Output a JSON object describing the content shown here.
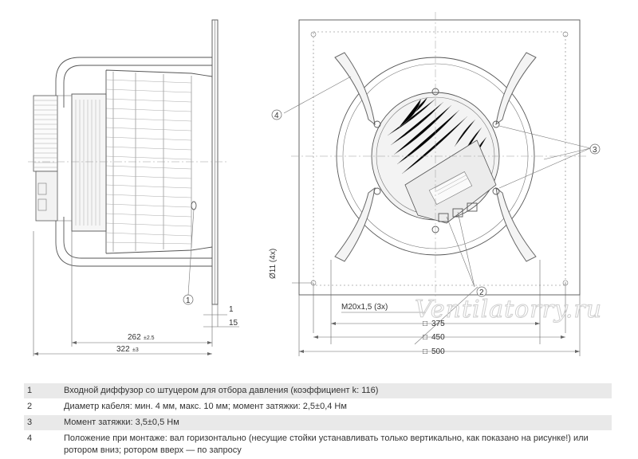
{
  "drawing": {
    "callouts": [
      "1",
      "2",
      "3",
      "4"
    ],
    "dimensions": {
      "depth_262": "262",
      "depth_262_tol": "±2.5",
      "depth_322": "322",
      "depth_322_tol": "±3",
      "flange_1": "1",
      "flange_15": "15",
      "hole": "Ø11 (4x)",
      "thread": "M20x1,5 (3x)",
      "size_375": "375",
      "size_450": "450",
      "size_500": "500",
      "square_symbol": "□"
    },
    "watermark": "Ventilatorry.ru"
  },
  "legend": [
    {
      "num": "1",
      "text": "Входной диффузор со штуцером для отбора давления (коэффициент k: 116)"
    },
    {
      "num": "2",
      "text": "Диаметр кабеля: мин. 4 мм, макс. 10 мм; момент затяжки: 2,5±0,4 Нм"
    },
    {
      "num": "3",
      "text": "Момент затяжки: 3,5±0,5 Нм"
    },
    {
      "num": "4",
      "text": "Положение при монтаже: вал горизонтально (несущие стойки устанавливать только вертикально, как показано на рисунке!) или ротором вниз; ротором вверх — по запросу"
    }
  ]
}
